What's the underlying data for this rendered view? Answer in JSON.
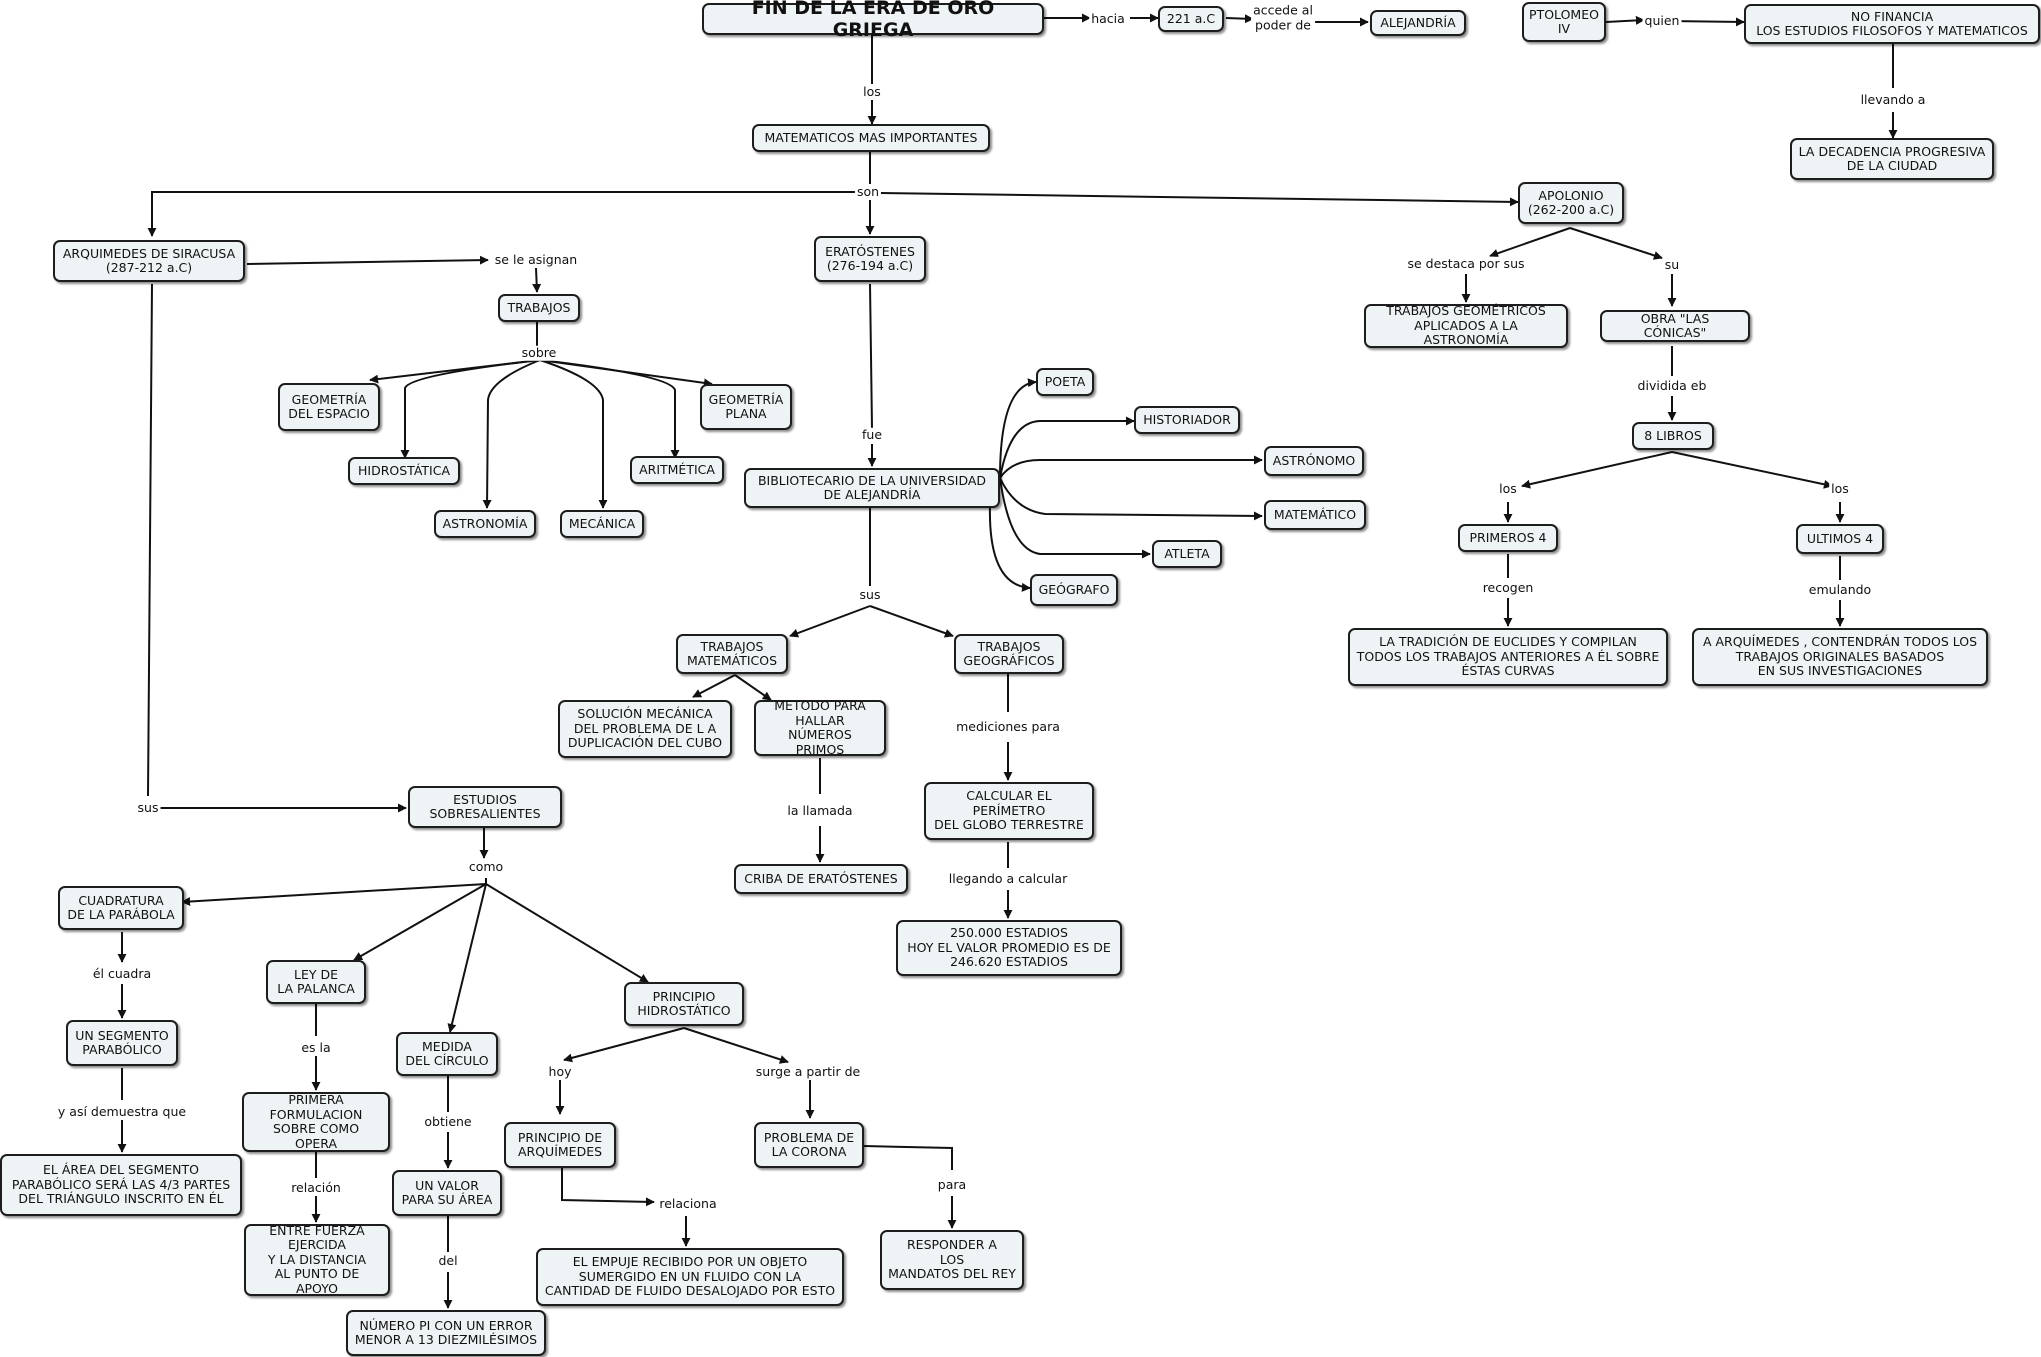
{
  "nodes": {
    "fin_era": "FIN DE LA ERA DE ORO GRIEGA",
    "anio_221": "221 a.C",
    "alejandria": "ALEJANDRÍA",
    "ptolomeo": "PTOLOMEO\nIV",
    "no_financia": "NO FINANCIA\nLOS ESTUDIOS FILOSOFOS Y MATEMATICOS",
    "decadencia": "LA DECADENCIA PROGRESIVA\nDE LA CIUDAD",
    "matematicos": "MATEMATICOS MAS IMPORTANTES",
    "arquimedes": "ARQUIMEDES DE SIRACUSA\n(287-212 a.C)",
    "eratostenes": "ERATÓSTENES\n(276-194 a.C)",
    "apolonio": "APOLONIO\n(262-200 a.C)",
    "trabajos": "TRABAJOS",
    "geometria_espacio": "GEOMETRÍA\nDEL ESPACIO",
    "hidrostatica": "HIDROSTÁTICA",
    "astronomia": "ASTRONOMÍA",
    "mecanica": "MECÁNICA",
    "aritmetica": "ARITMÉTICA",
    "geometria_plana": "GEOMETRÍA\nPLANA",
    "bibliotecario": "BIBLIOTECARIO DE LA UNIVERSIDAD\nDE ALEJANDRÍA",
    "poeta": "POETA",
    "historiador": "HISTORIADOR",
    "astronomo": "ASTRÓNOMO",
    "matematico": "MATEMÁTICO",
    "atleta": "ATLETA",
    "geografo": "GEÓGRAFO",
    "trabajos_matematicos": "TRABAJOS\nMATEMÁTICOS",
    "trabajos_geograficos": "TRABAJOS\nGEOGRÁFICOS",
    "solucion_mecanica": "SOLUCIÓN MECÁNICA\nDEL PROBLEMA DE L A\nDUPLICACIÓN DEL CUBO",
    "metodo": "METODO PARA\nHALLAR NÚMEROS\nPRIMOS",
    "criba": "CRIBA DE ERATÓSTENES",
    "calcular_perimetro": "CALCULAR EL\nPERÍMETRO\nDEL GLOBO TERRESTRE",
    "estadios": "250.000 ESTADIOS\nHOY EL VALOR PROMEDIO ES DE\n246.620 ESTADIOS",
    "trabajos_geometricos": "TRABAJOS GEOMÉTRICOS\nAPLICADOS A LA ASTRONOMÍA",
    "conicas": "OBRA \"LAS CÓNICAS\"",
    "ocho_libros": "8 LIBROS",
    "primeros4": "PRIMEROS 4",
    "ultimos4": "ULTIMOS 4",
    "tradicion": "LA TRADICIÓN DE EUCLIDES Y COMPILAN\nTODOS LOS TRABAJOS ANTERIORES A ÉL SOBRE\nÉSTAS CURVAS",
    "emulando_arq": "A ARQUÍMEDES , CONTENDRÁN TODOS LOS\nTRABAJOS ORIGINALES BASADOS\nEN SUS INVESTIGACIONES",
    "estudios": "ESTUDIOS\nSOBRESALIENTES",
    "cuadratura": "CUADRATURA\nDE LA PARÁBOLA",
    "segmento": "UN SEGMENTO\nPARABÓLICO",
    "area_segmento": "EL ÁREA DEL SEGMENTO\nPARABÓLICO SERÁ LAS 4/3 PARTES\nDEL TRIÁNGULO INSCRITO EN ÉL",
    "ley_palanca": "LEY DE\nLA PALANCA",
    "primera_formulacion": "PRIMERA\nFORMULACION\nSOBRE COMO OPERA",
    "fuerza": "ENTRE FUERZA\nEJERCIDA\nY LA DISTANCIA\nAL PUNTO DE APOYO",
    "medida_circulo": "MEDIDA\nDEL CÍRCULO",
    "valor_area": "UN VALOR\nPARA SU ÁREA",
    "numero_pi": "NÚMERO PI CON UN ERROR\nMENOR A 13 DIEZMILÉSIMOS",
    "principio_hidro": "PRINCIPIO\nHIDROSTÁTICO",
    "principio_arq": "PRINCIPIO DE\nARQUÍMEDES",
    "empuje": "EL EMPUJE RECIBIDO POR UN OBJETO\nSUMERGIDO EN UN FLUIDO CON LA\nCANTIDAD DE FLUIDO DESALOJADO POR ESTO",
    "problema_corona": "PROBLEMA DE\nLA CORONA",
    "responder": "RESPONDER A\nLOS\nMANDATOS DEL REY"
  },
  "links": {
    "hacia": "hacia",
    "accede": "accede al\npoder de",
    "quien": "quien",
    "llevando_a": "llevando a",
    "los_top": "los",
    "son": "son",
    "se_le_asignan": "se le asignan",
    "sobre": "sobre",
    "fue": "fue",
    "sus_erat": "sus",
    "mediciones_para": "mediciones para",
    "la_llamada": "la llamada",
    "llegando": "llegando a calcular",
    "se_destaca": "se destaca por sus",
    "su": "su",
    "dividida": "dividida eb",
    "los_left": "los",
    "los_right": "los",
    "recogen": "recogen",
    "emulando": "emulando",
    "sus_arq": "sus",
    "como": "como",
    "el_cuadra": "él cuadra",
    "y_asi": "y así demuestra que",
    "es_la": "es la",
    "relacion": "relación",
    "obtiene": "obtiene",
    "del": "del",
    "hoy": "hoy",
    "surge": "surge a partir de",
    "relaciona": "relaciona",
    "para": "para"
  }
}
